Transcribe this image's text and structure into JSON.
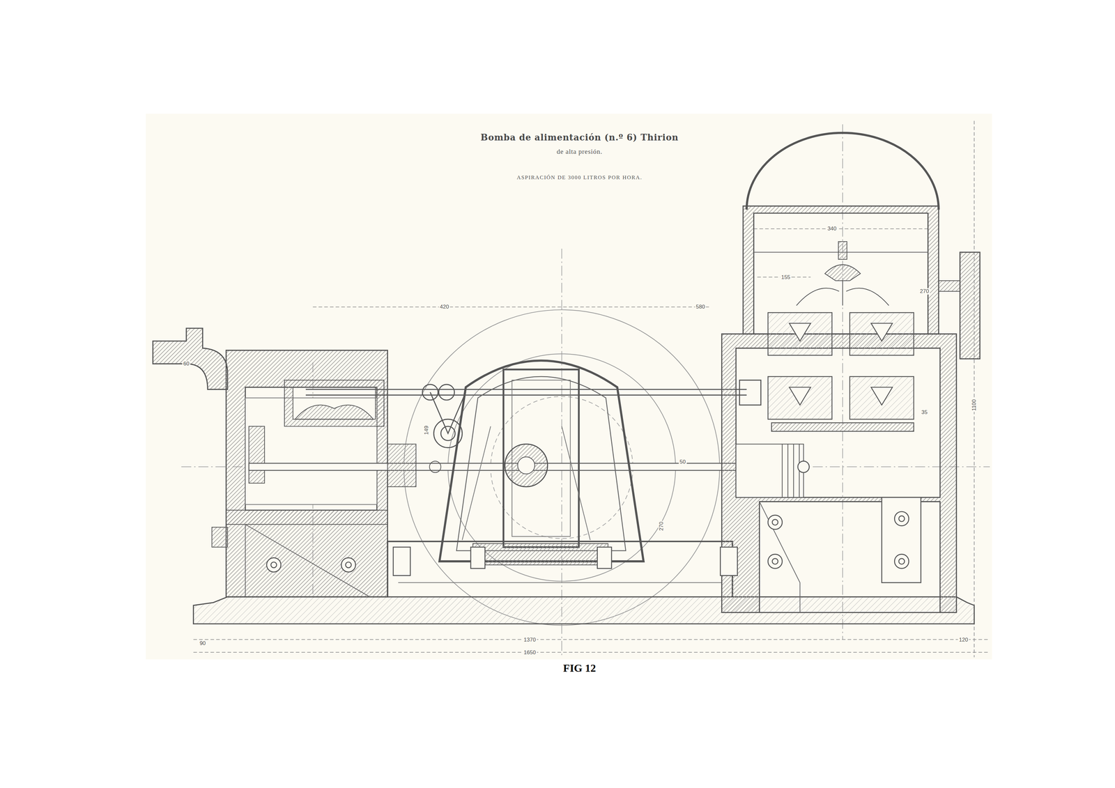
{
  "diagram": {
    "title": "Bomba de alimentación (n.º 6) Thirion",
    "caption": "FIG 12",
    "labels": [
      "de alta presión.",
      "ASPIRACIÓN DE 3000 LITROS POR HORA.",
      "420",
      "580",
      "340",
      "155",
      "270",
      "1100",
      "60",
      "149",
      "270",
      "50",
      "35",
      "1370",
      "1650",
      "120",
      "90"
    ]
  }
}
